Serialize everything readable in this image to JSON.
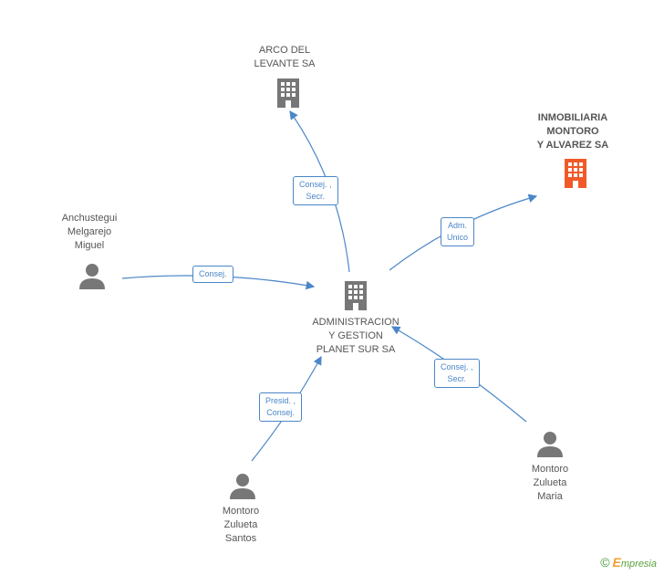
{
  "nodes": {
    "arco": {
      "label": "ARCO DEL\nLEVANTE SA",
      "type": "company"
    },
    "inmobiliaria": {
      "label": "INMOBILIARIA\nMONTORO\nY ALVAREZ SA",
      "type": "company",
      "highlight_color": "#f05a28"
    },
    "administracion": {
      "label": "ADMINISTRACION\nY GESTION\nPLANET SUR SA",
      "type": "company"
    },
    "anchustegui": {
      "label": "Anchustegui\nMelgarejo\nMiguel",
      "type": "person"
    },
    "montoro_maria": {
      "label": "Montoro\nZulueta\nMaria",
      "type": "person"
    },
    "montoro_santos": {
      "label": "Montoro\nZulueta\nSantos",
      "type": "person"
    }
  },
  "edges": {
    "admin_arco": {
      "label": "Consej. ,\nSecr."
    },
    "admin_inmob": {
      "label": "Adm.\nUnico"
    },
    "anch_admin": {
      "label": "Consej."
    },
    "maria_admin": {
      "label": "Consej. ,\nSecr."
    },
    "santos_admin": {
      "label": "Presid. ,\nConsej."
    }
  },
  "colors": {
    "edge": "#4a86c8",
    "icon": "#777777",
    "highlight": "#f05a28"
  },
  "footer": {
    "copyright_symbol": "©",
    "brand_first": "E",
    "brand_rest": "mpresia"
  }
}
